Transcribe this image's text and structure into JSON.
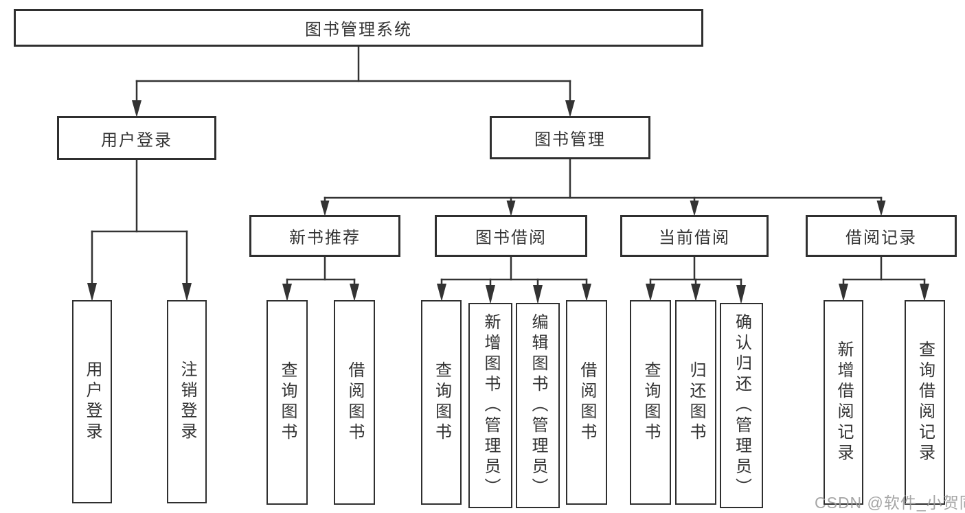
{
  "nodes": {
    "root": "图书管理系统",
    "user_login": "用户登录",
    "book_mgmt": "图书管理",
    "new_book_rec": "新书推荐",
    "book_borrow": "图书借阅",
    "current_borrow": "当前借阅",
    "borrow_record": "借阅记录",
    "leaf_login": "用户登录",
    "leaf_logout": "注销登录",
    "rec_query_book": "查询图书",
    "rec_borrow_book": "借阅图书",
    "bb_query_book": "查询图书",
    "bb_add_book": "新增图书（管理员）",
    "bb_edit_book": "编辑图书（管理员）",
    "bb_borrow_book": "借阅图书",
    "cb_query_book": "查询图书",
    "cb_return_book": "归还图书",
    "cb_confirm_return": "确认归还（管理员）",
    "br_add_record": "新增借阅记录",
    "br_query_record": "查询借阅记录"
  },
  "watermark": "CSDN @软件_小贺同学",
  "colors": {
    "line": "#333333",
    "border": "#2f2f2f",
    "text": "#333333",
    "watermark": "#9a9a9a",
    "background": "#ffffff"
  }
}
